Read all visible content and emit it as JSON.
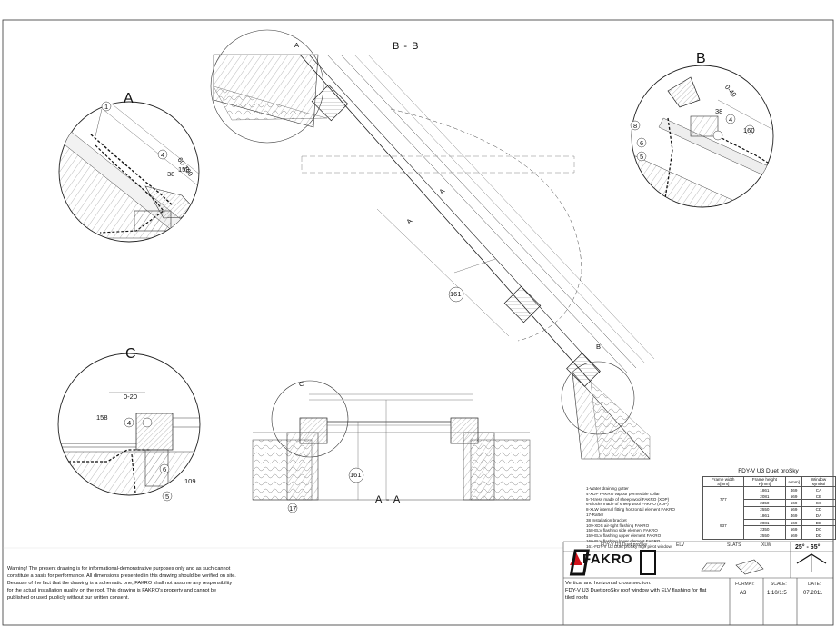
{
  "sections": {
    "bb_title": "B - B",
    "aa_title": "A - A",
    "detail_a": "A",
    "detail_b": "B",
    "detail_c": "C",
    "mark_a_small": "A",
    "mark_b_small": "B",
    "mark_c_small": "C"
  },
  "callouts": {
    "a1": "1",
    "a4": "4",
    "a38": "38",
    "a159": "159",
    "a60_100": "60-100",
    "b0_40": "0-40",
    "b38": "38",
    "b4": "4",
    "b160": "160",
    "b8": "8",
    "b6": "6",
    "b5": "5",
    "c0_20": "0-20",
    "c158": "158",
    "c4": "4",
    "c6": "6",
    "c109": "109",
    "c5": "5",
    "m161": "161",
    "m161b": "161",
    "m17": "17",
    "bb_a1": "A",
    "bb_a2": "A"
  },
  "legend": [
    "1-Water draining gutter",
    "4-XDP FAKRO vapour permeable collar",
    "5-7-tress made of sheep wool FAKRO (XDP)",
    "6-Blocks made of sheep wool FAKRO (XDP)",
    "8-XLW internal fitting horizontal element FAKRO",
    "17-Rafter",
    "38 Installation bracket",
    "109-XDS air-tight flashing FAKRO",
    "158-ELV flashing side element FAKRO",
    "159-ELV flashing upper element FAKRO",
    "160-ELV flashing lower element FAKRO",
    "161-FDY-V U3 Duet proSky high pivot window"
  ],
  "spec": {
    "title": "FDY-V U3 Duet proSky",
    "headers": [
      "Frame width S[mm]",
      "Frame height H[mm]",
      "a[mm]",
      "Window symbol"
    ],
    "widths": [
      "777",
      "937"
    ],
    "rows": [
      [
        "1861",
        "469",
        "CA"
      ],
      [
        "2081",
        "569",
        "CB"
      ],
      [
        "2350",
        "569",
        "CC"
      ],
      [
        "2550",
        "569",
        "CD"
      ],
      [
        "1861",
        "469",
        "DA"
      ],
      [
        "2081",
        "569",
        "DB"
      ],
      [
        "2350",
        "569",
        "DC"
      ],
      [
        "2550",
        "569",
        "DD"
      ]
    ]
  },
  "titleblock": {
    "brand": "FAKRO",
    "product_small": "FDY-V U3 Duet proSky",
    "icon_labels": [
      "ELV",
      "SLATS",
      "XLW"
    ],
    "angle": "25° - 65°",
    "desc": [
      "Vertical and horizontal cross-section:",
      "FDY-V U3 Duet proSky roof window with ELV flashing for flat",
      "tiled roofs"
    ],
    "format_label": "FORMAT:",
    "format_value": "A3",
    "scale_label": "SCALE:",
    "scale_value": "1:10/1:5",
    "date_label": "DATE:",
    "date_value": "07.2011"
  },
  "warning": [
    "Warning! The present drawing is for informational-demonstrative purposes only and as such cannot",
    "constitute a basis for performance. All dimensions presented in this drawing should be verified on site.",
    "Because of the fact that the drawing is a schematic one, FAKRO shall not assume any responsibility",
    "for the actual installation quality on the roof. This drawing is FAKRO's property and cannot be",
    "published  or used publicly without our written consent."
  ],
  "colors": {
    "line": "#222222",
    "brand_red": "#d2121b"
  }
}
